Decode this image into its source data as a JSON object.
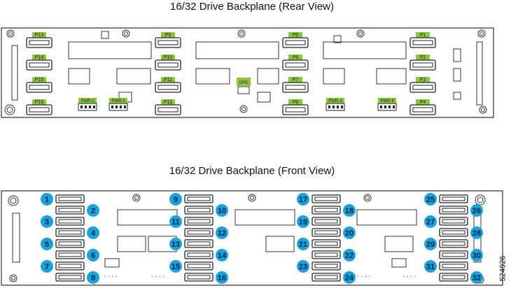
{
  "rear": {
    "title": "16/32 Drive Backplane (Rear View)",
    "connectors": [
      "P13",
      "P14",
      "P15",
      "P16",
      "P9",
      "P10",
      "P11",
      "P12",
      "P5",
      "P6",
      "P7",
      "P8",
      "P1",
      "P2",
      "P3",
      "P4"
    ],
    "power": [
      "PWR-1",
      "PWR-2",
      "PWR-3",
      "PWR-4"
    ],
    "center_label": "CPG"
  },
  "front": {
    "title": "16/32 Drive Backplane (Front View)",
    "slots": [
      "1",
      "2",
      "3",
      "4",
      "5",
      "6",
      "7",
      "8",
      "9",
      "10",
      "11",
      "12",
      "13",
      "14",
      "15",
      "16",
      "17",
      "18",
      "19",
      "20",
      "21",
      "22",
      "23",
      "24",
      "25",
      "26",
      "27",
      "28",
      "29",
      "30",
      "31",
      "32"
    ]
  },
  "colors": {
    "label_green": "#8cc63f",
    "badge_blue": "#1ba1dc",
    "outline": "#333333"
  },
  "figure_id": "524926"
}
